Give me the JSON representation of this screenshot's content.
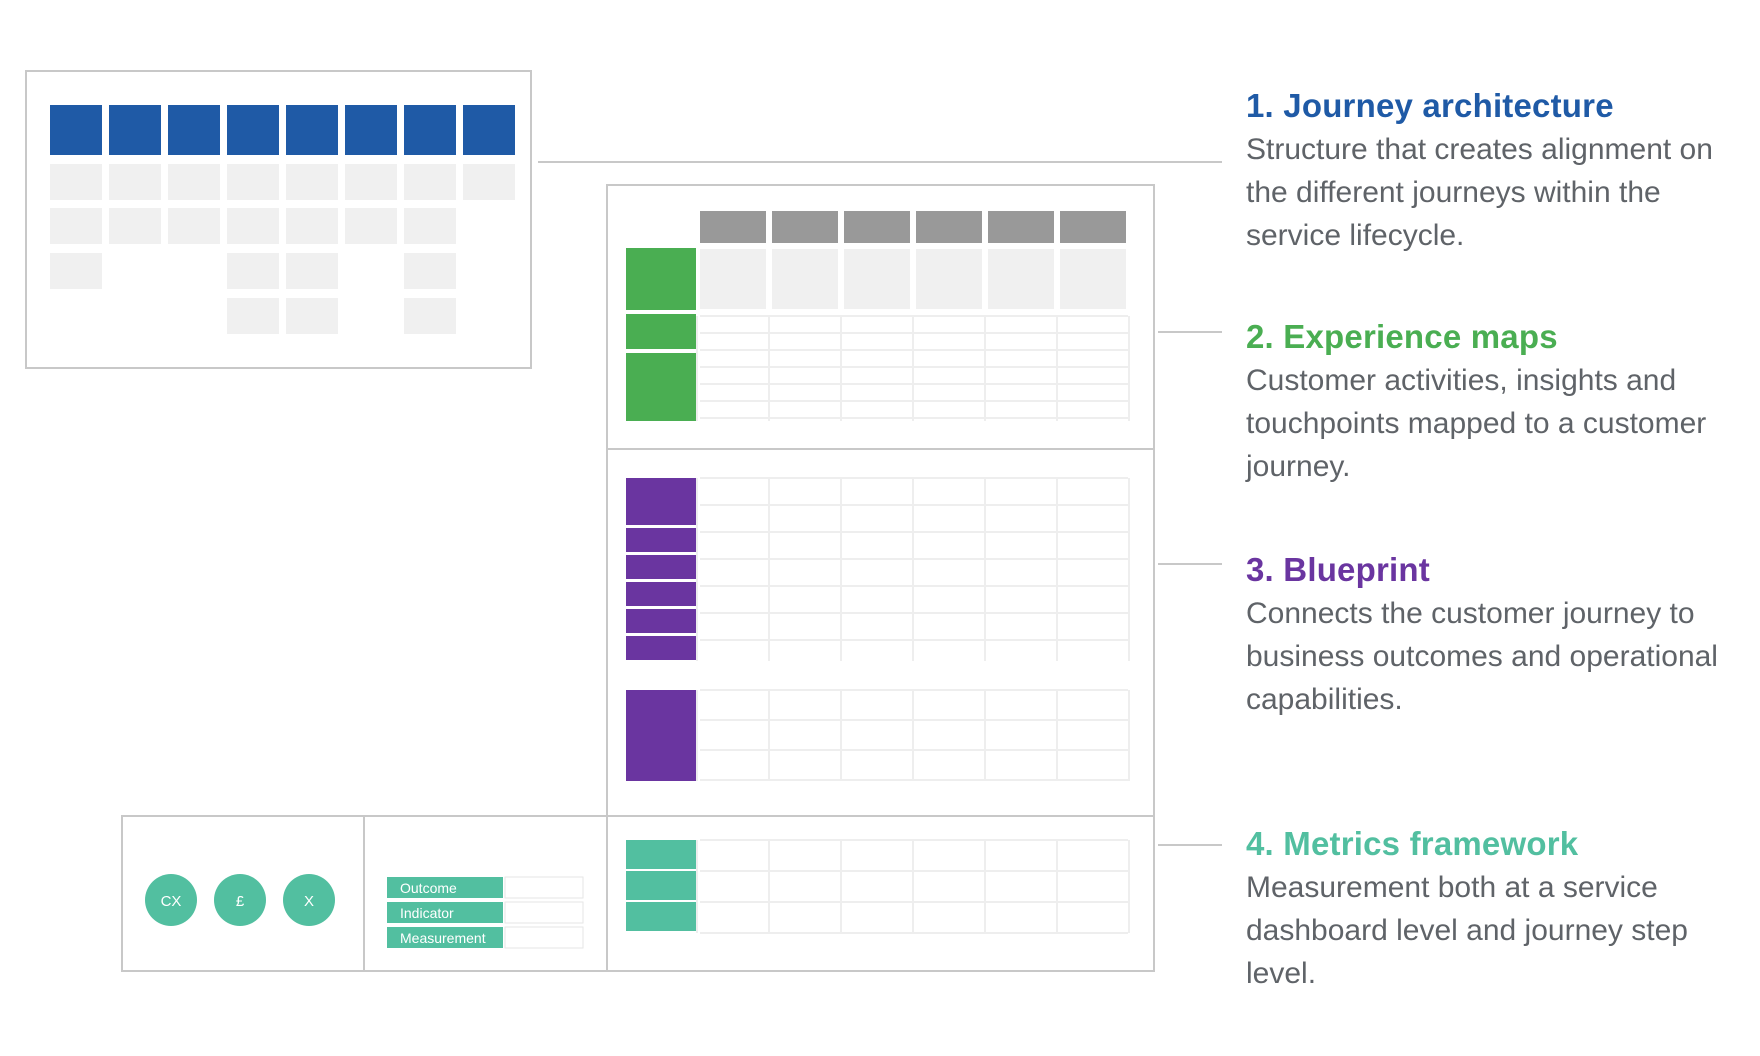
{
  "colors": {
    "journey_architecture": "#1f5aa6",
    "experience_maps": "#4aae52",
    "blueprint": "#6a35a0",
    "metrics_framework": "#52bfa0",
    "header_grey": "#999999",
    "cell_grey": "#f0f0f0",
    "frame_grey": "#c8c8c8",
    "text_grey": "#5f6368"
  },
  "sections": [
    {
      "key": "journey_architecture",
      "title": "1. Journey architecture",
      "description": "Structure that creates alignment on the different journeys within the service lifecycle."
    },
    {
      "key": "experience_maps",
      "title": "2. Experience maps",
      "description": "Customer activities, insights and touchpoints mapped to a customer journey."
    },
    {
      "key": "blueprint",
      "title": "3. Blueprint",
      "description": "Connects the customer journey to business outcomes and operational capabilities."
    },
    {
      "key": "metrics_framework",
      "title": "4. Metrics framework",
      "description": "Measurement both at a service dashboard level and journey step level."
    }
  ],
  "metrics": {
    "circles": [
      "CX",
      "£",
      "X"
    ],
    "rows": [
      "Outcome",
      "Indicator",
      "Measurement"
    ]
  }
}
